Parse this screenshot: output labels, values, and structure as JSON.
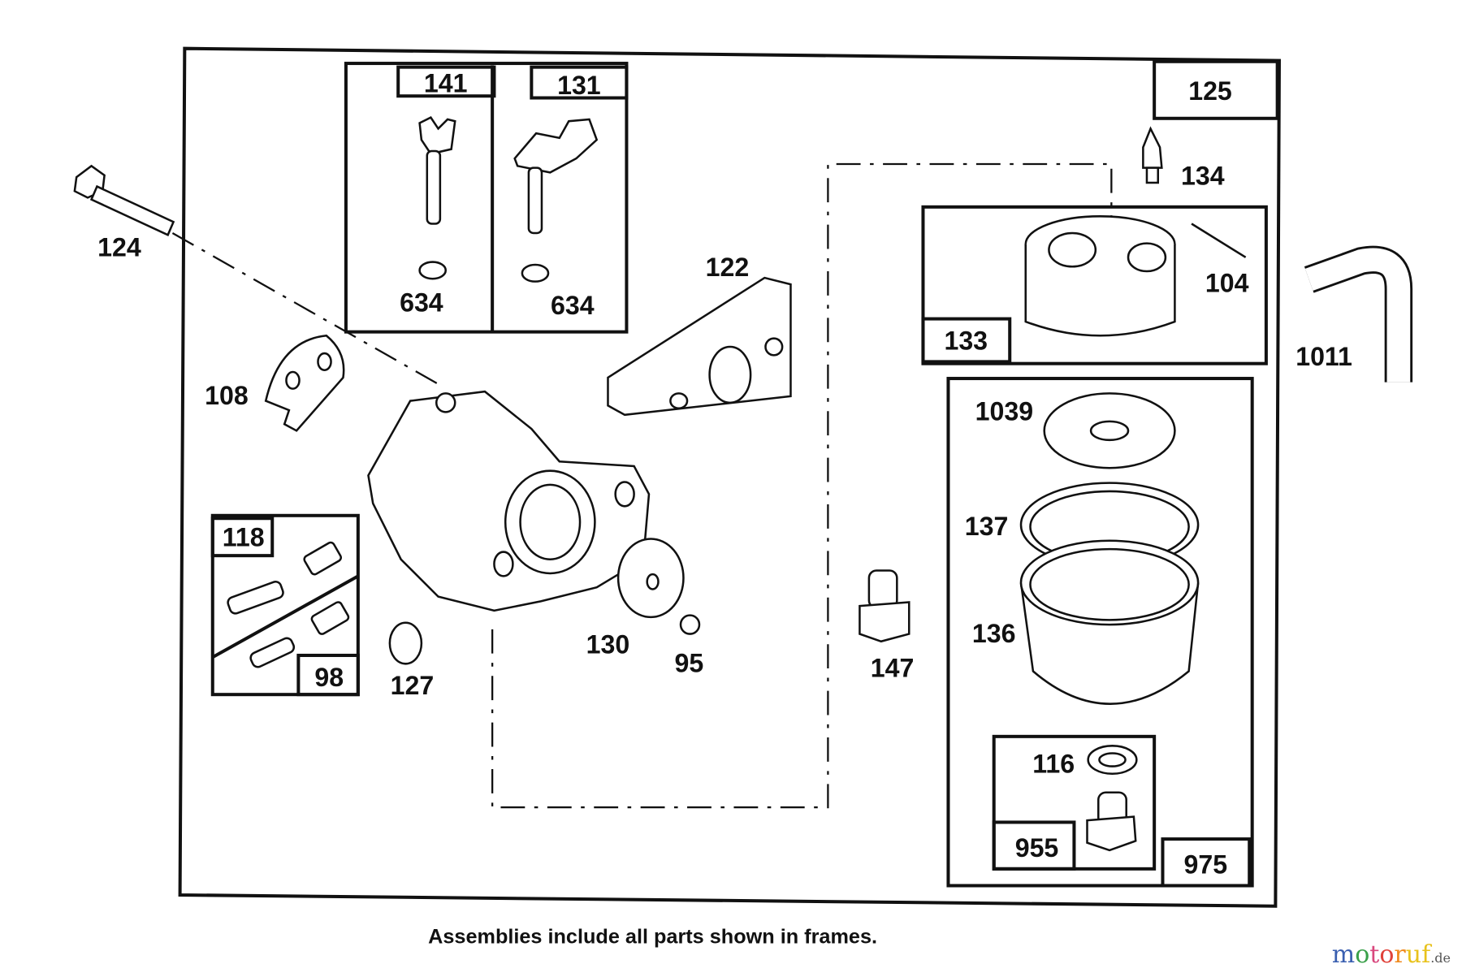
{
  "diagram": {
    "callouts": {
      "c124": "124",
      "c141": "141",
      "c131": "131",
      "c634a": "634",
      "c634b": "634",
      "c125": "125",
      "c134": "134",
      "c104": "104",
      "c133": "133",
      "c122": "122",
      "c1011": "1011",
      "c108": "108",
      "c1039": "1039",
      "c137": "137",
      "c136": "136",
      "c118": "118",
      "c98": "98",
      "c127": "127",
      "c130": "130",
      "c95": "95",
      "c147": "147",
      "c116": "116",
      "c955": "955",
      "c975": "975"
    },
    "caption": "Assemblies include all parts shown in frames."
  },
  "watermark": {
    "text": "motoruf",
    "suffix": ".de",
    "colors": [
      "#3a5fb0",
      "#3aa04a",
      "#d9487e",
      "#e0423a",
      "#f08a1e",
      "#e8c21c"
    ]
  }
}
